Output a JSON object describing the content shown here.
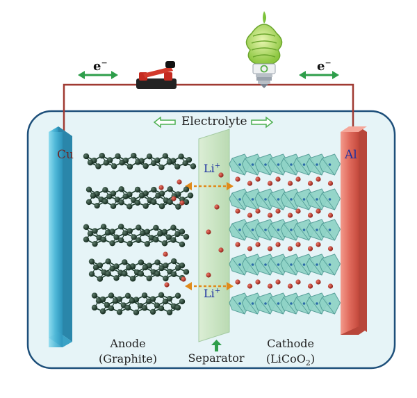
{
  "electron_left": "e",
  "electron_right": "e",
  "electron_charge": "−",
  "electrolyte_label": "Electrolyte",
  "cu_label": "Cu",
  "al_label": "Al",
  "li_ion": "Li",
  "li_charge": "+",
  "anode": {
    "title": "Anode",
    "subtitle": "(Graphite)"
  },
  "separator_label": "Separator",
  "cathode": {
    "title": "Cathode",
    "subtitle_prefix": "(LiCoO",
    "subtitle_sub": "2",
    "subtitle_suffix": ")"
  },
  "colors": {
    "wire": "#a03a32",
    "container_fill": "#e6f4f7",
    "container_stroke": "#1d4f7a",
    "copper_plate": "#5fc1dc",
    "aluminum_plate": "#e06a5c",
    "separator": "#cfe6c6",
    "graphite_atom": "#1a3a2a",
    "lithium_ion": "#b3281f",
    "cathode_block": "#8fd3c6",
    "arrow_green": "#2e9e4a",
    "arrow_orange": "#e08a1a",
    "li_text": "#1a2fa0"
  },
  "icons": [
    "knife-switch-icon",
    "light-bulb-icon"
  ]
}
